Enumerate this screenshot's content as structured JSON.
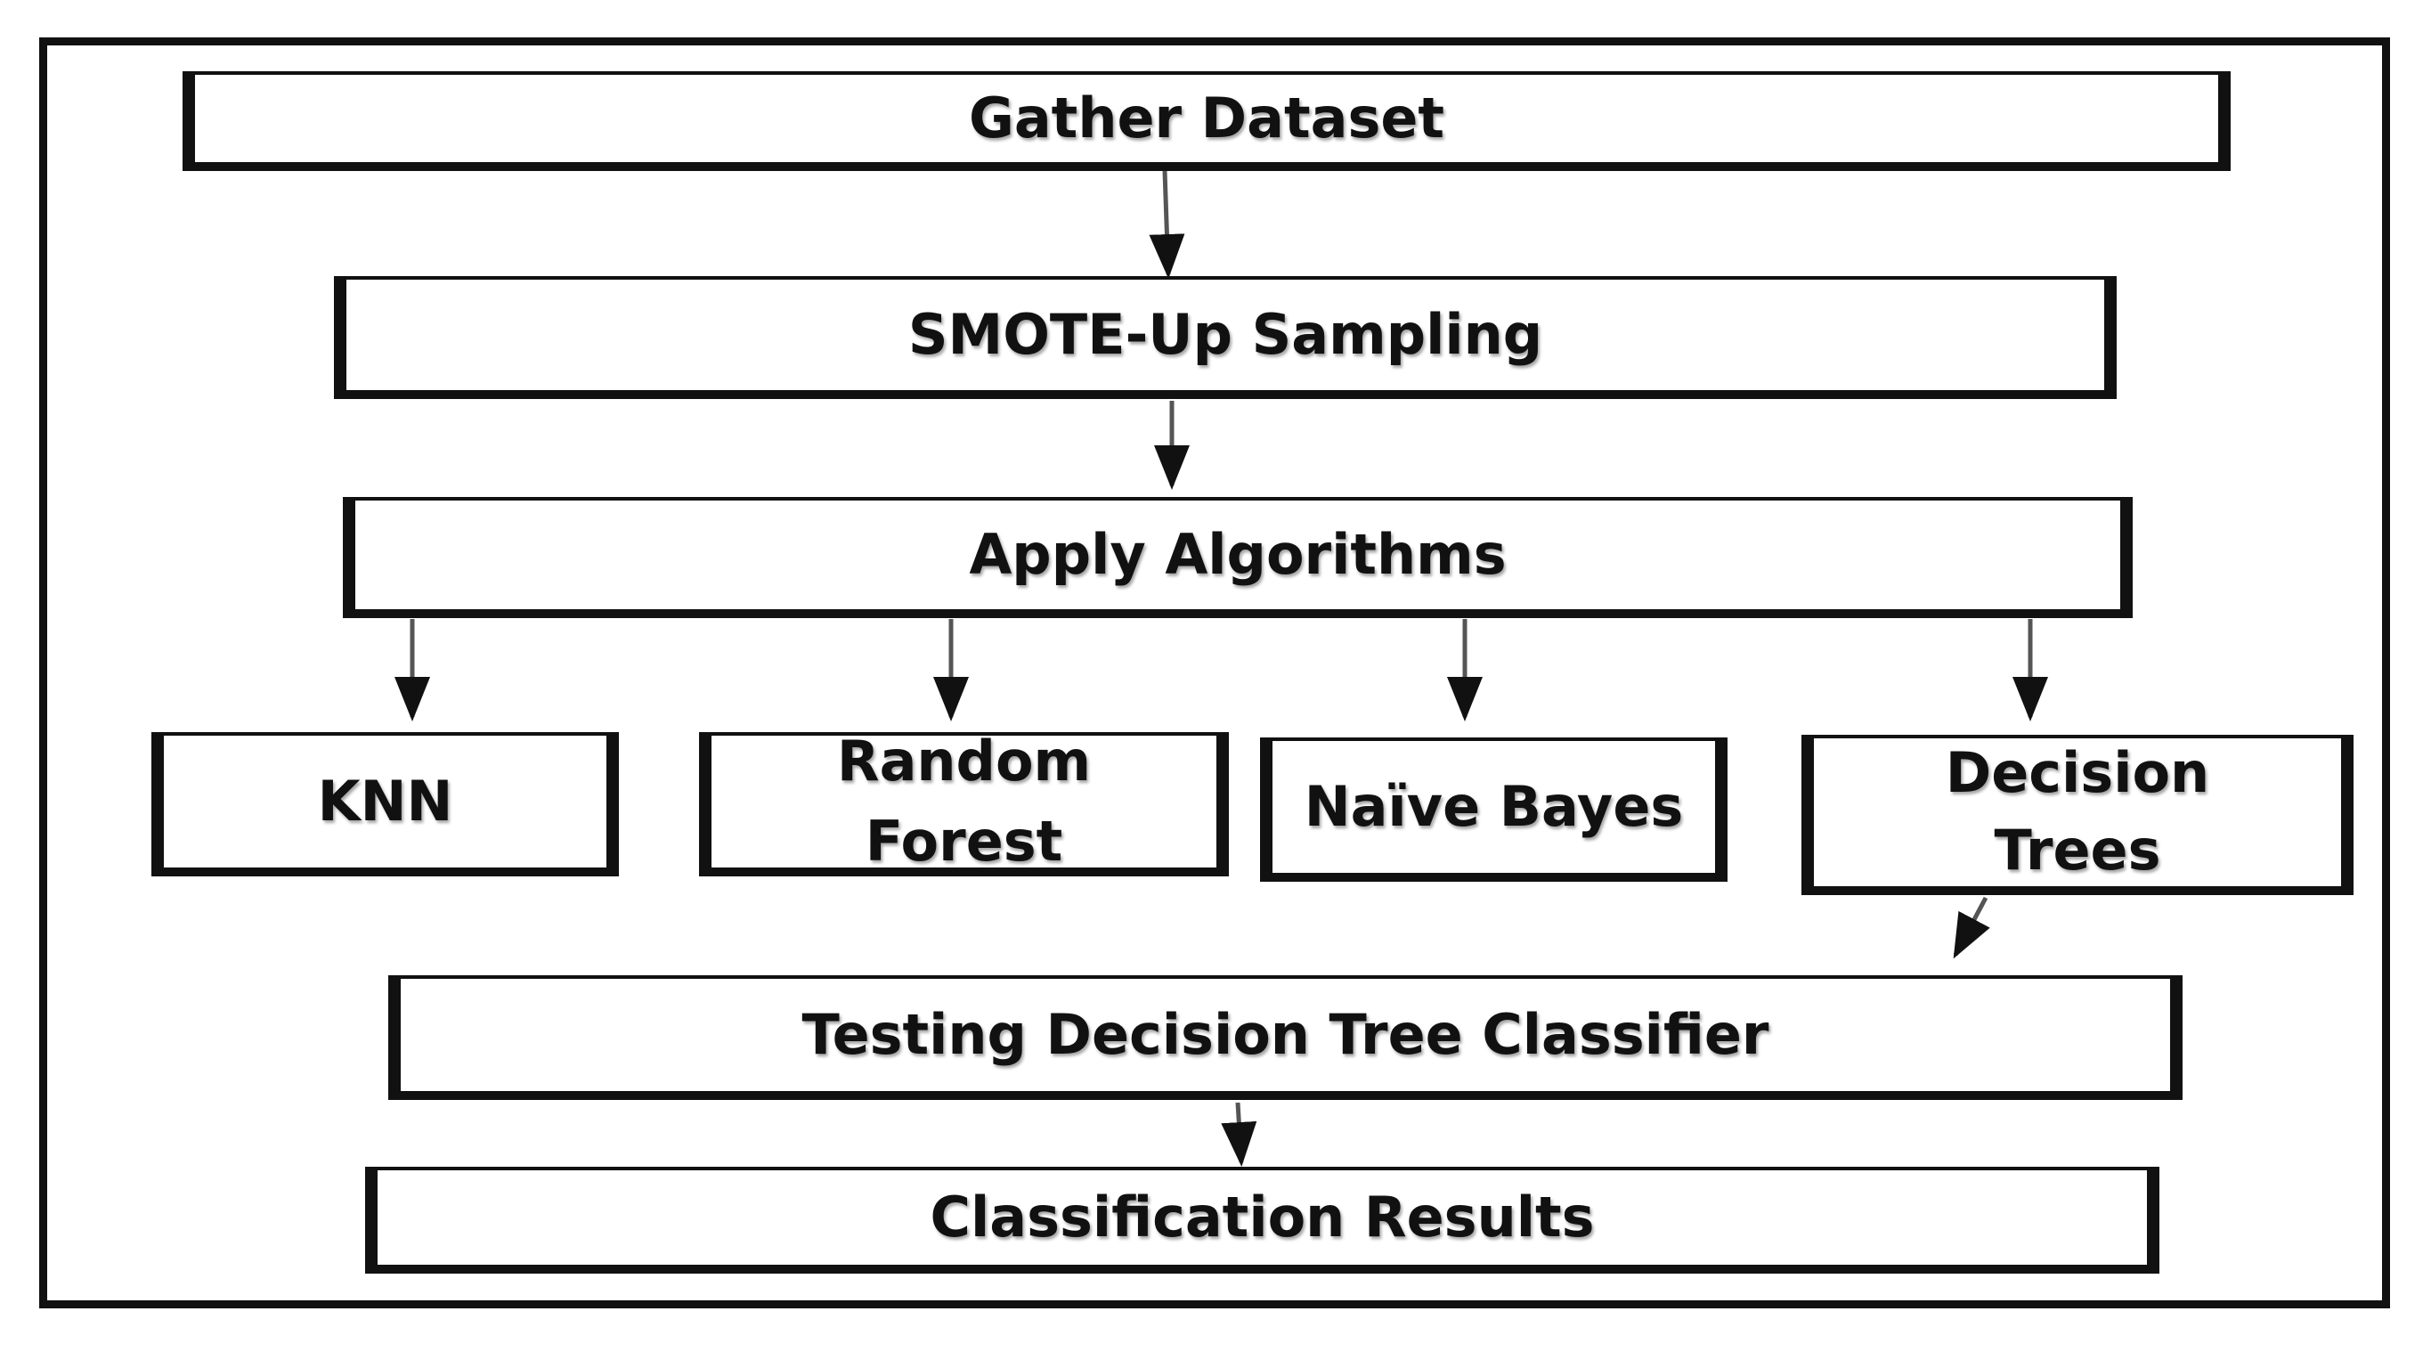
{
  "nodes": {
    "gather": "Gather Dataset",
    "smote": "SMOTE-Up Sampling",
    "apply": "Apply Algorithms",
    "knn": "KNN",
    "rf": "Random\nForest",
    "nb": "Naïve Bayes",
    "dt": "Decision\nTrees",
    "testing": "Testing Decision Tree Classifier",
    "results": "Classification Results"
  },
  "colors": {
    "line": "#111111",
    "arrow": "#555555"
  }
}
